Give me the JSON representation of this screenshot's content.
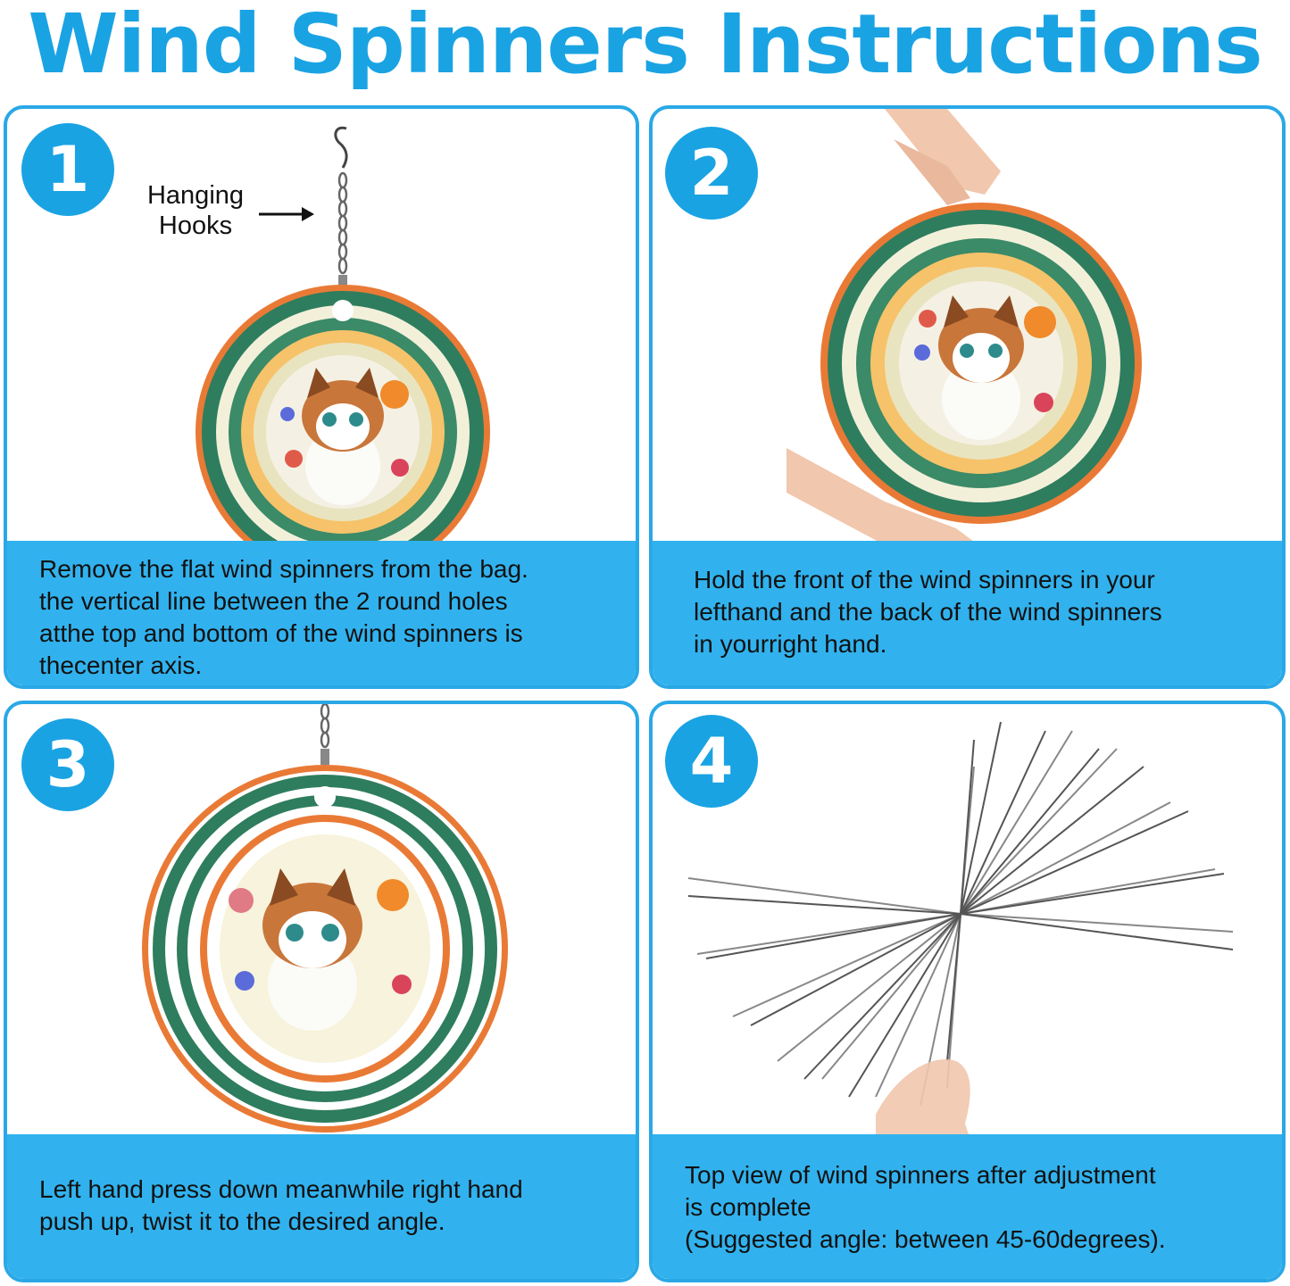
{
  "title": "Wind Spinners Instructions",
  "colors": {
    "accent": "#1aa3e3",
    "caption_bg": "#31b2ee",
    "panel_border": "#2aa8e6"
  },
  "steps": [
    {
      "number": "1",
      "label_lines": [
        "Hanging",
        "Hooks"
      ],
      "caption_lines": [
        "Remove the flat wind spinners from the bag.",
        "the vertical line between the 2 round holes",
        "atthe top and bottom of the wind spinners is",
        "thecenter axis."
      ]
    },
    {
      "number": "2",
      "caption_lines": [
        "Hold the front of the wind spinners in your",
        "lefthand and the back of the wind spinners",
        "in yourright hand."
      ]
    },
    {
      "number": "3",
      "caption_lines": [
        "Left hand press down meanwhile right hand",
        "push up, twist it to the desired angle."
      ]
    },
    {
      "number": "4",
      "caption_lines": [
        "Top view of wind spinners after adjustment",
        "is complete",
        "(Suggested angle: between 45-60degrees)."
      ]
    }
  ]
}
